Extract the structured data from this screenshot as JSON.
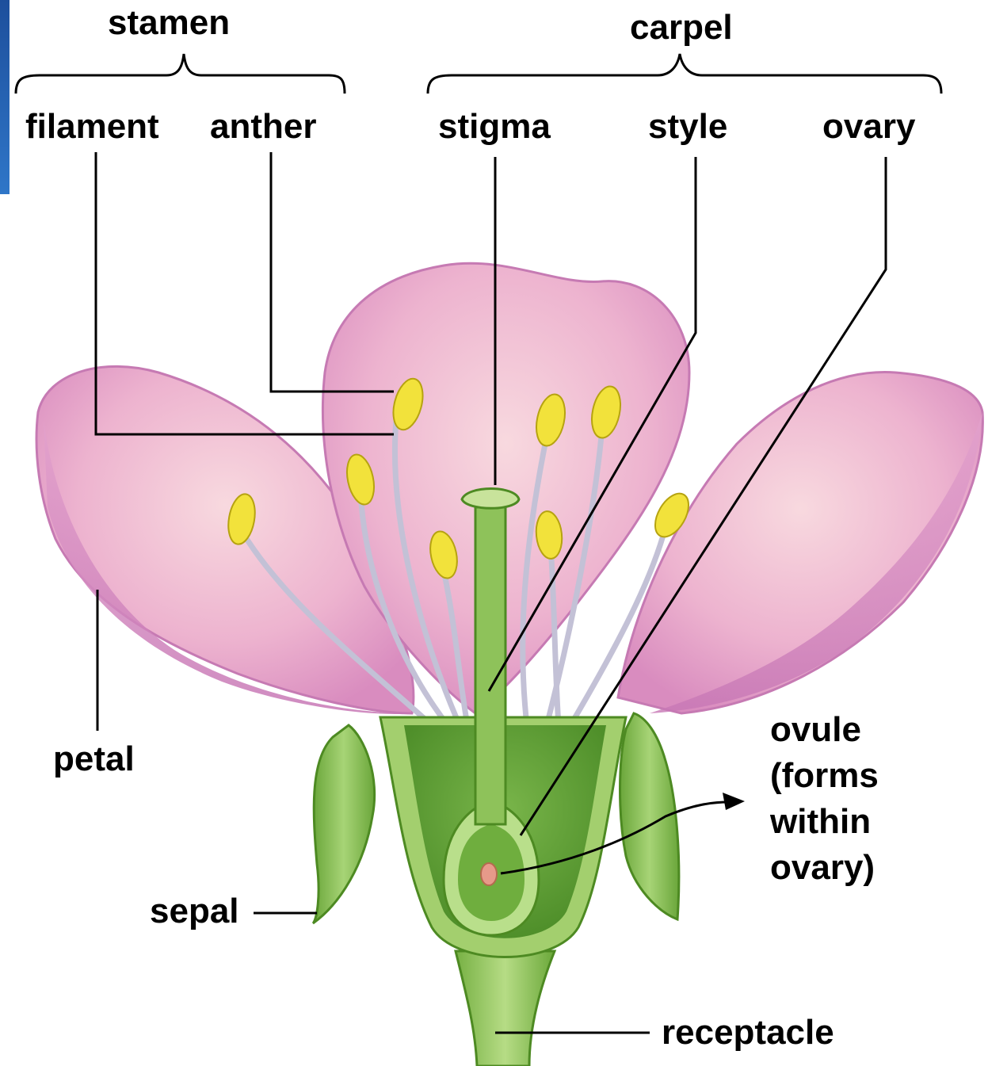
{
  "labels": {
    "stamen": "stamen",
    "carpel": "carpel",
    "filament": "filament",
    "anther": "anther",
    "stigma": "stigma",
    "style": "style",
    "ovary": "ovary",
    "petal": "petal",
    "sepal": "sepal",
    "ovule_lines": [
      "ovule",
      "(forms",
      "within",
      "ovary)"
    ],
    "receptacle": "receptacle"
  },
  "colors": {
    "petal": "#e9a7cc",
    "petal_light": "#f6cfd9",
    "sepal": "#8cc153",
    "green_dark": "#5b9b34",
    "anther": "#f2e23b",
    "filament": "#c9c7d9",
    "side_bar": "#1d4f9c"
  }
}
